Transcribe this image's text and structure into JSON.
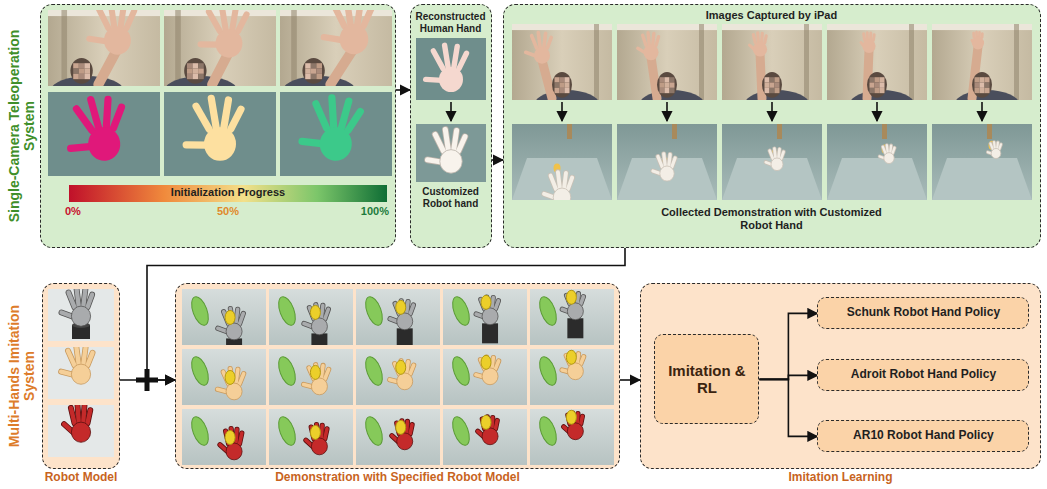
{
  "diagram": {
    "nodes": [
      {
        "text": [
          "Initialization Progress",
          "0%",
          "50%",
          "100%"
        ]
      },
      {
        "text": [
          "Reconstructed Human Hand",
          "Customized Robot hand"
        ]
      },
      {
        "text": [
          "Images Captured by iPad",
          "Collected Demonstration with Customized Robot Hand"
        ]
      },
      {
        "text": [
          "Robot Model"
        ]
      },
      {
        "text": [
          "Demonstration with Specified Robot Model"
        ]
      },
      {
        "text": [
          "Imitation Learning"
        ]
      },
      {
        "text": [
          "Imitation & RL"
        ],
        "in": 5
      },
      {
        "text": [
          "Schunk Robot Hand Policy"
        ],
        "in": 5
      },
      {
        "text": [
          "Adroit Robot Hand Policy"
        ],
        "in": 5
      },
      {
        "text": [
          "AR10 Robot Hand Policy"
        ],
        "in": 5
      }
    ],
    "edges": [
      {
        "from": 0,
        "to": 1,
        "arrow": "to"
      },
      {
        "from": 1,
        "to": 2,
        "arrow": "to"
      },
      {
        "from": 2,
        "to": 4,
        "arrow": "to"
      },
      {
        "from": 3,
        "to": 4,
        "arrow": "to"
      },
      {
        "from": 4,
        "to": 5,
        "arrow": "to"
      },
      {
        "from": 6,
        "to": 7,
        "arrow": "to"
      },
      {
        "from": 6,
        "to": 8,
        "arrow": "to"
      },
      {
        "from": 6,
        "to": 9,
        "arrow": "to"
      }
    ],
    "labels": [
      "Single-Camera Teleoperation System",
      "Multi-Hands Imitation System"
    ]
  }
}
